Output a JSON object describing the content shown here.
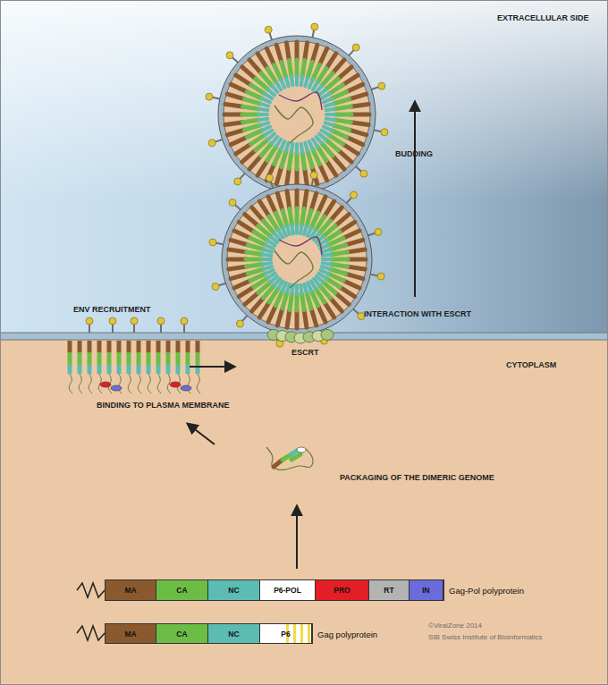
{
  "diagram": {
    "nodes": [
      {
        "text": [
          "Gag-Pol polyprotein"
        ]
      },
      {
        "text": [
          "MA"
        ],
        "in": 0
      },
      {
        "text": [
          "CA"
        ],
        "in": 0
      },
      {
        "text": [
          "NC"
        ],
        "in": 0
      },
      {
        "text": [
          "P6-POL"
        ],
        "in": 0
      },
      {
        "text": [
          "PRO"
        ],
        "in": 0
      },
      {
        "text": [
          "RT"
        ],
        "in": 0
      },
      {
        "text": [
          "IN"
        ],
        "in": 0
      },
      {
        "text": [
          "Gag polyprotein"
        ]
      },
      {
        "text": [
          "MA"
        ],
        "in": 8
      },
      {
        "text": [
          "CA"
        ],
        "in": 8
      },
      {
        "text": [
          "NC"
        ],
        "in": 8
      },
      {
        "text": [
          "P6"
        ],
        "in": 8
      }
    ],
    "labels": [
      "EXTRACELLULAR SIDE",
      "BUDDING",
      "INTERACTION WITH ESCRT",
      "ENV RECRUITMENT",
      "ESCRT",
      "CYTOPLASM",
      "BINDING TO PLASMA MEMBRANE",
      "PACKAGING OF THE DIMERIC GENOME",
      "©ViralZone 2014",
      "SIB Swiss Institute of Bioinformatics"
    ]
  }
}
